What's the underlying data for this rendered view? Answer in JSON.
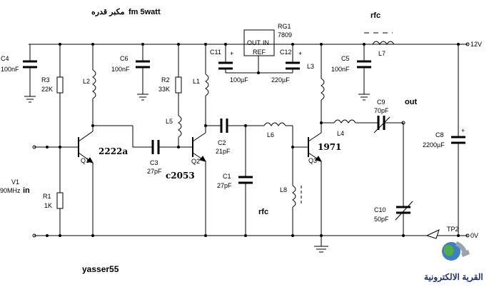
{
  "title": {
    "arabic": "مكبر قدره",
    "text": "fm 5watt"
  },
  "author": "yasser55",
  "watermark": "القرية الالكترونية",
  "rails": {
    "supply": "12V",
    "ground": "0V"
  },
  "components": {
    "C4": {
      "name": "C4",
      "value": "100nF"
    },
    "R3": {
      "name": "R3",
      "value": "22K"
    },
    "L2": {
      "name": "L2"
    },
    "C6": {
      "name": "C6",
      "value": "100nF"
    },
    "R2": {
      "name": "R2",
      "value": "33K"
    },
    "L1": {
      "name": "L1"
    },
    "L5": {
      "name": "L5"
    },
    "C11": {
      "name": "C11",
      "value": "100µF"
    },
    "RG1": {
      "name": "RG1",
      "value": "7809",
      "pin_out": "OUT",
      "pin_in": "IN",
      "pin_ref": "REF"
    },
    "C12": {
      "name": "C12",
      "value": "220µF"
    },
    "L3": {
      "name": "L3"
    },
    "C5": {
      "name": "C5",
      "value": "100nF"
    },
    "L7": {
      "name": "L7"
    },
    "rfc_top": "rfc",
    "Q1": {
      "name": "Q1",
      "part": "2222a"
    },
    "C3": {
      "name": "C3",
      "value": "27pF"
    },
    "Q2": {
      "name": "Q2",
      "part": "c2053"
    },
    "C2": {
      "name": "C2",
      "value": "21pF"
    },
    "L6": {
      "name": "L6"
    },
    "C1": {
      "name": "C1",
      "value": "27pF"
    },
    "L8": {
      "name": "L8"
    },
    "rfc_mid": "rfc",
    "Q3": {
      "name": "Q3",
      "part": "1971"
    },
    "L4": {
      "name": "L4"
    },
    "C9": {
      "name": "C9",
      "value": "70pF"
    },
    "out": "out",
    "C10": {
      "name": "C10",
      "value": "50pF"
    },
    "C8": {
      "name": "C8",
      "value": "2200µF"
    },
    "TP2": {
      "name": "TP2"
    },
    "V1": {
      "name": "V1",
      "value": "90MHz",
      "label": "in"
    },
    "R1": {
      "name": "R1",
      "value": "1K"
    },
    "plus": "+"
  }
}
